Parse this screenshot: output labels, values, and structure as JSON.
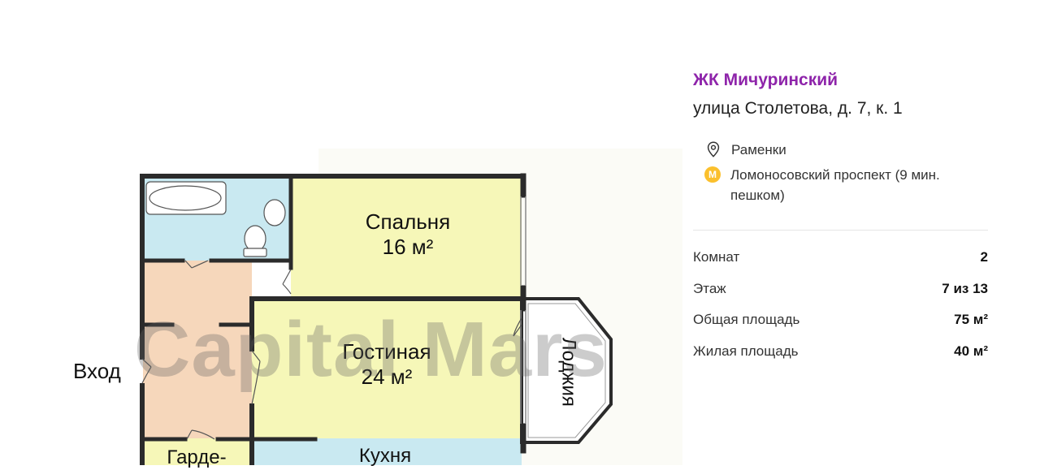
{
  "floorplan": {
    "rooms": {
      "bedroom": {
        "name": "Спальня",
        "area": "16 м²"
      },
      "living": {
        "name": "Гостиная",
        "area": "24 м²"
      },
      "kitchen": {
        "name": "Кухня"
      },
      "wardrobe": {
        "name": "Гарде-"
      }
    },
    "entrance_label": "Вход",
    "loggia_label": "Лоджия",
    "watermark": "Capital Mars"
  },
  "listing": {
    "complex_name": "ЖК Мичуринский",
    "address": "улица Столетова, д. 7, к. 1",
    "district": "Раменки",
    "metro": {
      "badge": "М",
      "text": "Ломоносовский проспект (9 мин. пешком)"
    },
    "specs": [
      {
        "label": "Комнат",
        "value": "2"
      },
      {
        "label": "Этаж",
        "value": "7 из 13"
      },
      {
        "label": "Общая площадь",
        "value": "75 м²"
      },
      {
        "label": "Жилая площадь",
        "value": "40 м²"
      }
    ]
  },
  "colors": {
    "accent": "#8e24aa",
    "metro": "#fbc02d",
    "room_yellow": "#f6f7b8",
    "room_blue": "#c9e9f1",
    "room_peach": "#f6d7bb",
    "wall": "#2b2b2b"
  }
}
